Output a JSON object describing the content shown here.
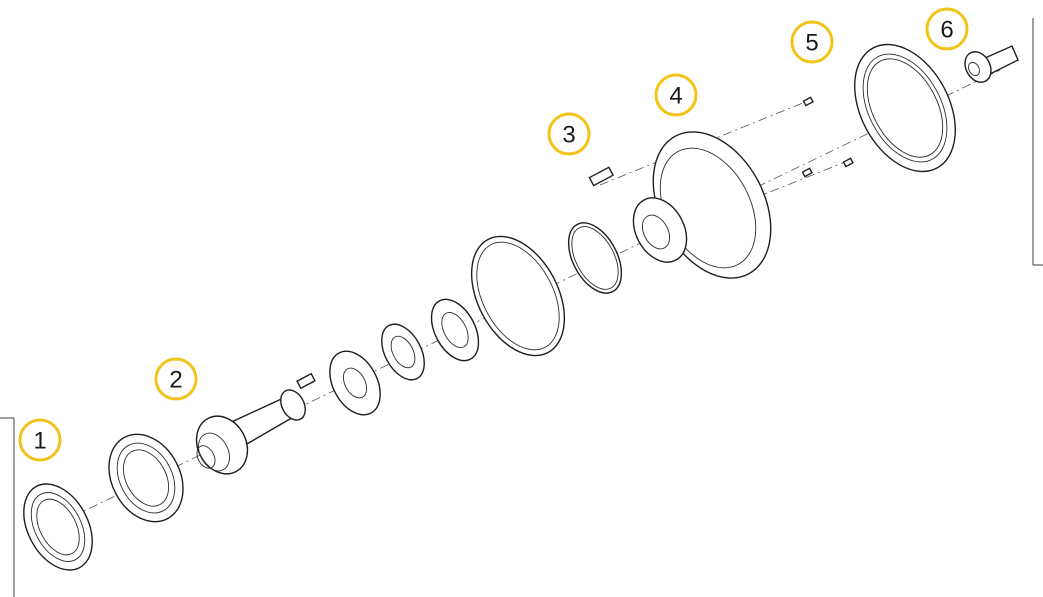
{
  "accent_color": "#f2c318",
  "line_color": "#1f1f1f",
  "callouts": [
    "1",
    "2",
    "3",
    "4",
    "5",
    "6"
  ]
}
